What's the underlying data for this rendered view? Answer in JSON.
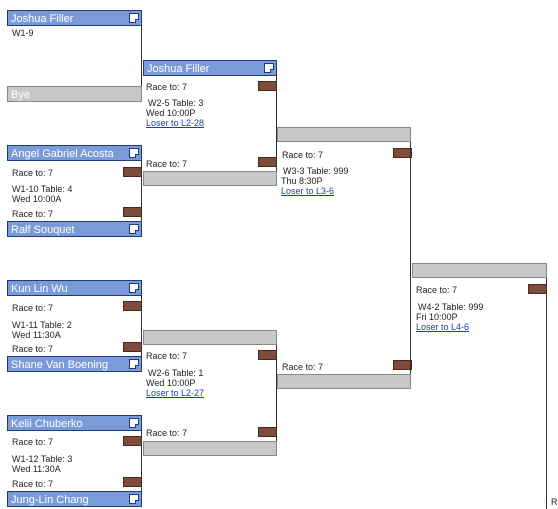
{
  "bracket": {
    "players": {
      "p1": "Joshua Filler",
      "p2": "Bye",
      "p3": "Angel Gabriel Acosta",
      "p4": "Ralf Souquet",
      "p5": "Kun Lin Wu",
      "p6": "Shane Van Boening",
      "p7": "Kelii Chuberko",
      "p8": "Jung-Lin Chang",
      "r2a_top": "Joshua Filler"
    },
    "race_label": "Race to: 7",
    "matches": {
      "w1_9": {
        "id": "W1-9"
      },
      "w1_10": {
        "id": "W1-10 Table: 4",
        "time": "Wed 10:00A"
      },
      "w1_11": {
        "id": "W1-11 Table: 2",
        "time": "Wed 11:30A"
      },
      "w1_12": {
        "id": "W1-12 Table: 3",
        "time": "Wed 11:30A"
      },
      "w2_5": {
        "id": "W2-5 Table: 3",
        "time": "Wed 10:00P",
        "loser": "Loser to L2-28"
      },
      "w2_6": {
        "id": "W2-6 Table: 1",
        "time": "Wed 10:00P",
        "loser": "Loser to L2-27"
      },
      "w3_3": {
        "id": "W3-3 Table: 999",
        "time": "Thu 8:30P",
        "loser": "Loser to L3-6"
      },
      "w4_2": {
        "id": "W4-2 Table: 999",
        "time": "Fri 10:00P",
        "loser": "Loser to L4-6"
      }
    },
    "edge_text": "R"
  }
}
